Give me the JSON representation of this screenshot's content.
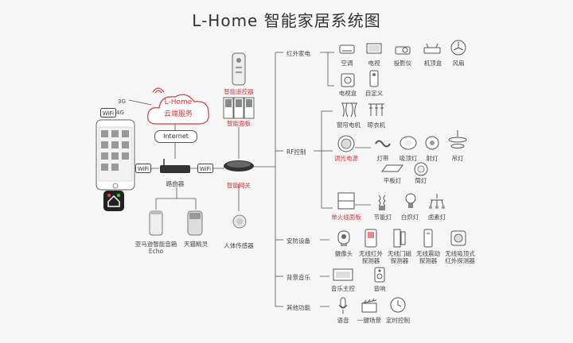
{
  "title": "L-Home 智能家居系统图",
  "cloud": {
    "line1": "L-Home",
    "line2": "云端服务",
    "net_3g": "3G",
    "net_4g": "4G",
    "wifi": "WiFi",
    "internet": "Internet"
  },
  "left": {
    "router": "路由器",
    "echo_line1": "亚马逊智能音箱",
    "echo_line2": "Echo",
    "tmall": "天猫精灵",
    "sensor": "人体传感器",
    "wifi_a": "WiFi",
    "wifi_b": "WiFi"
  },
  "center": {
    "remote": "智能遥控器",
    "panel": "智能面板",
    "gateway": "智能网关"
  },
  "categories": {
    "ir": "红外家电",
    "rf": "RF控制",
    "security": "安防设备",
    "music": "背景音乐",
    "other": "其他功能"
  },
  "ir_items": [
    "空调",
    "电视",
    "投影仪",
    "机顶盒",
    "风扇",
    "电视盒",
    "自定义"
  ],
  "rf": {
    "curtain": "窗帘电机",
    "dryer": "晾衣机",
    "dimmer": "调光电源",
    "strip": "灯带",
    "ceiling": "吸顶灯",
    "spot": "射灯",
    "chandelier": "吊灯",
    "panel_light": "平板灯",
    "down": "筒灯",
    "single_fire": "单火线面板",
    "energy": "节能灯",
    "incand": "白炽灯",
    "halogen": "卤素灯"
  },
  "security": {
    "camera": "摄像头",
    "ir_detector_1": "无线红外",
    "ir_detector_2": "探测器",
    "door_1": "无线门磁",
    "door_2": "探测器",
    "smoke_1": "无线震动",
    "smoke_2": "探测器",
    "ceiling_ir_1": "无线吸顶式",
    "ceiling_ir_2": "红外探测器"
  },
  "music": {
    "host": "音乐主控",
    "speaker": "音响"
  },
  "other": {
    "voice": "语音",
    "scene": "一键场景",
    "timer": "定时控制"
  },
  "colors": {
    "accent": "#d9383e",
    "line": "#555555"
  }
}
